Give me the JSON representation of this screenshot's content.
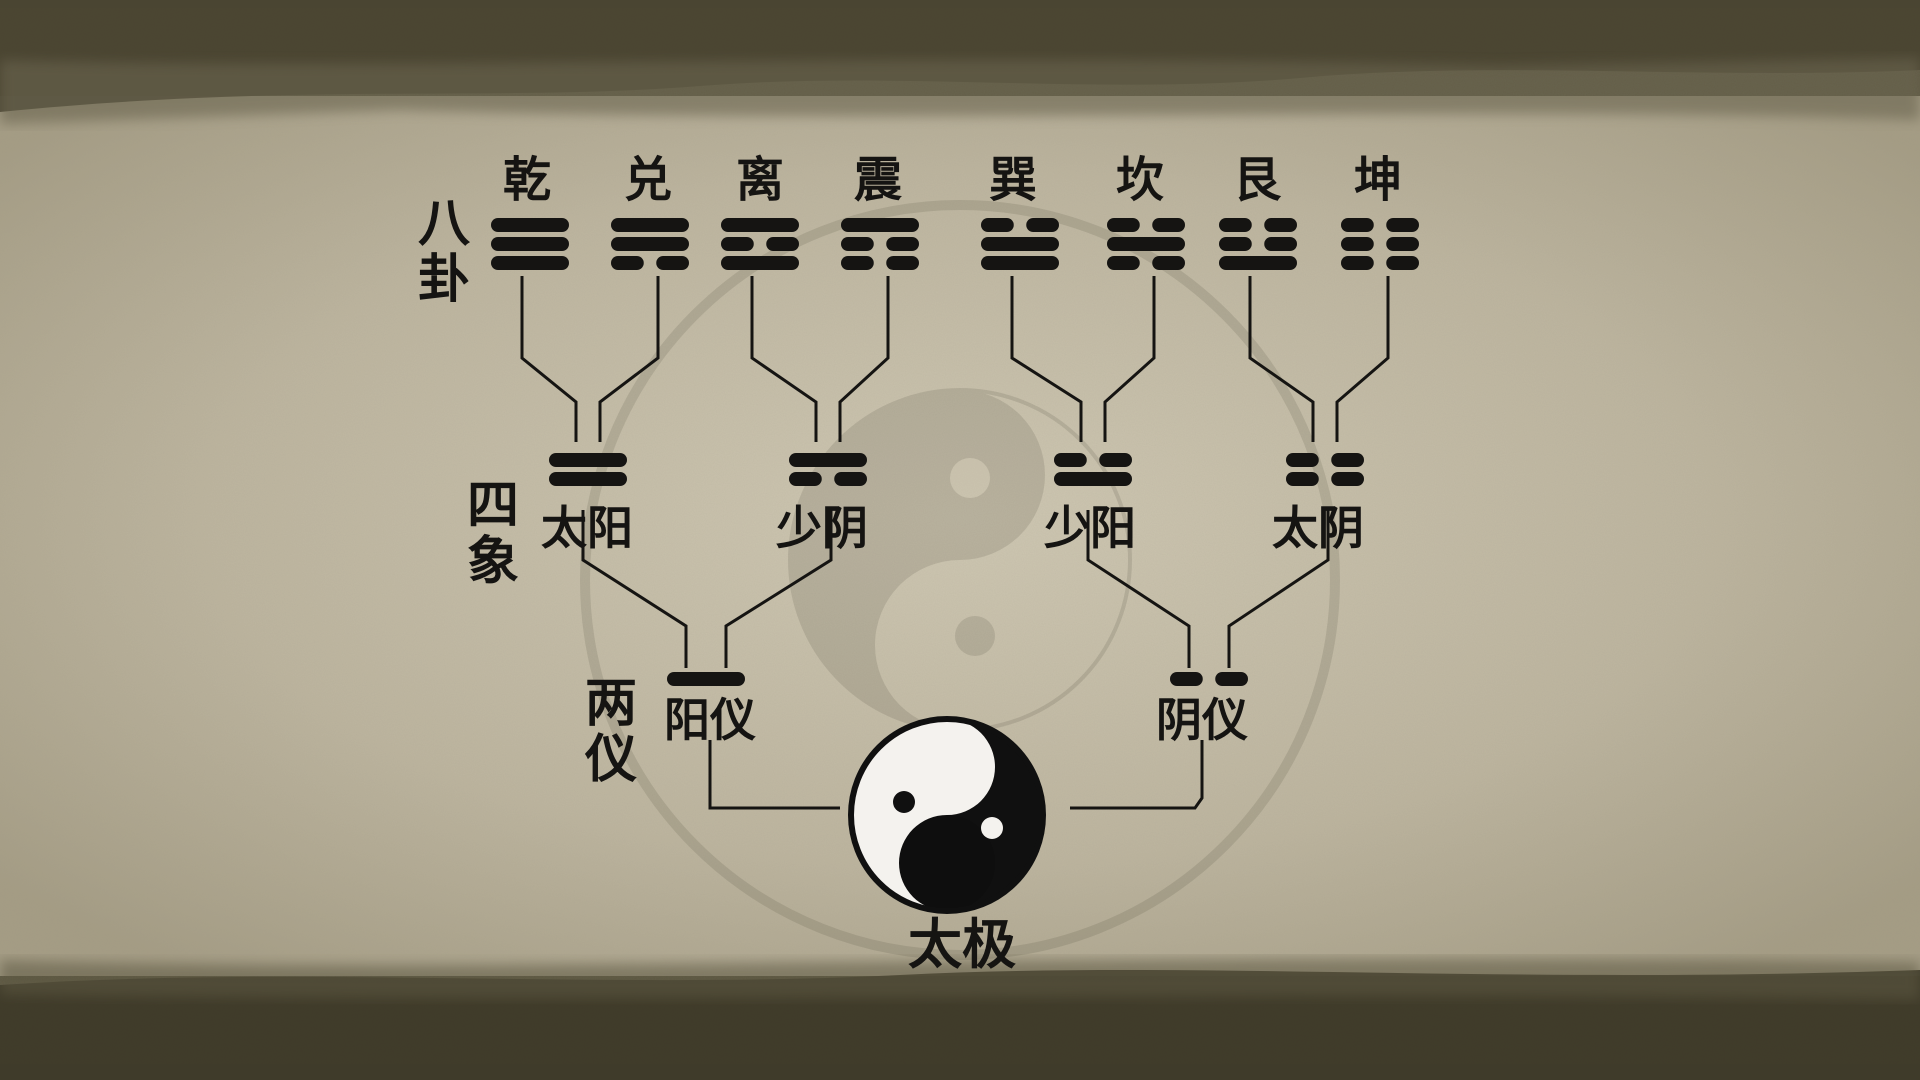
{
  "labels": {
    "bagua_side": [
      "八",
      "卦"
    ],
    "sixiang_side": [
      "四",
      "象"
    ],
    "liangyi_side": [
      "两",
      "仪"
    ],
    "taiji": "太极"
  },
  "trigrams": [
    {
      "name": "乾",
      "lines": [
        1,
        1,
        1
      ]
    },
    {
      "name": "兑",
      "lines": [
        0,
        1,
        1
      ]
    },
    {
      "name": "离",
      "lines": [
        1,
        0,
        1
      ]
    },
    {
      "name": "震",
      "lines": [
        0,
        0,
        1
      ]
    },
    {
      "name": "巽",
      "lines": [
        1,
        1,
        0
      ]
    },
    {
      "name": "坎",
      "lines": [
        0,
        1,
        0
      ]
    },
    {
      "name": "艮",
      "lines": [
        1,
        0,
        0
      ]
    },
    {
      "name": "坤",
      "lines": [
        0,
        0,
        0
      ]
    }
  ],
  "sixiang": [
    {
      "name": "太阳",
      "lines": [
        1,
        1
      ]
    },
    {
      "name": "少阴",
      "lines": [
        0,
        1
      ]
    },
    {
      "name": "少阳",
      "lines": [
        1,
        0
      ]
    },
    {
      "name": "太阴",
      "lines": [
        0,
        0
      ]
    }
  ],
  "liangyi": [
    {
      "name": "阳仪",
      "lines": [
        1
      ]
    },
    {
      "name": "阴仪",
      "lines": [
        0
      ]
    }
  ],
  "colors": {
    "ink": "#151412",
    "paper": "#c8c0ac",
    "border": "#4f4a36"
  }
}
